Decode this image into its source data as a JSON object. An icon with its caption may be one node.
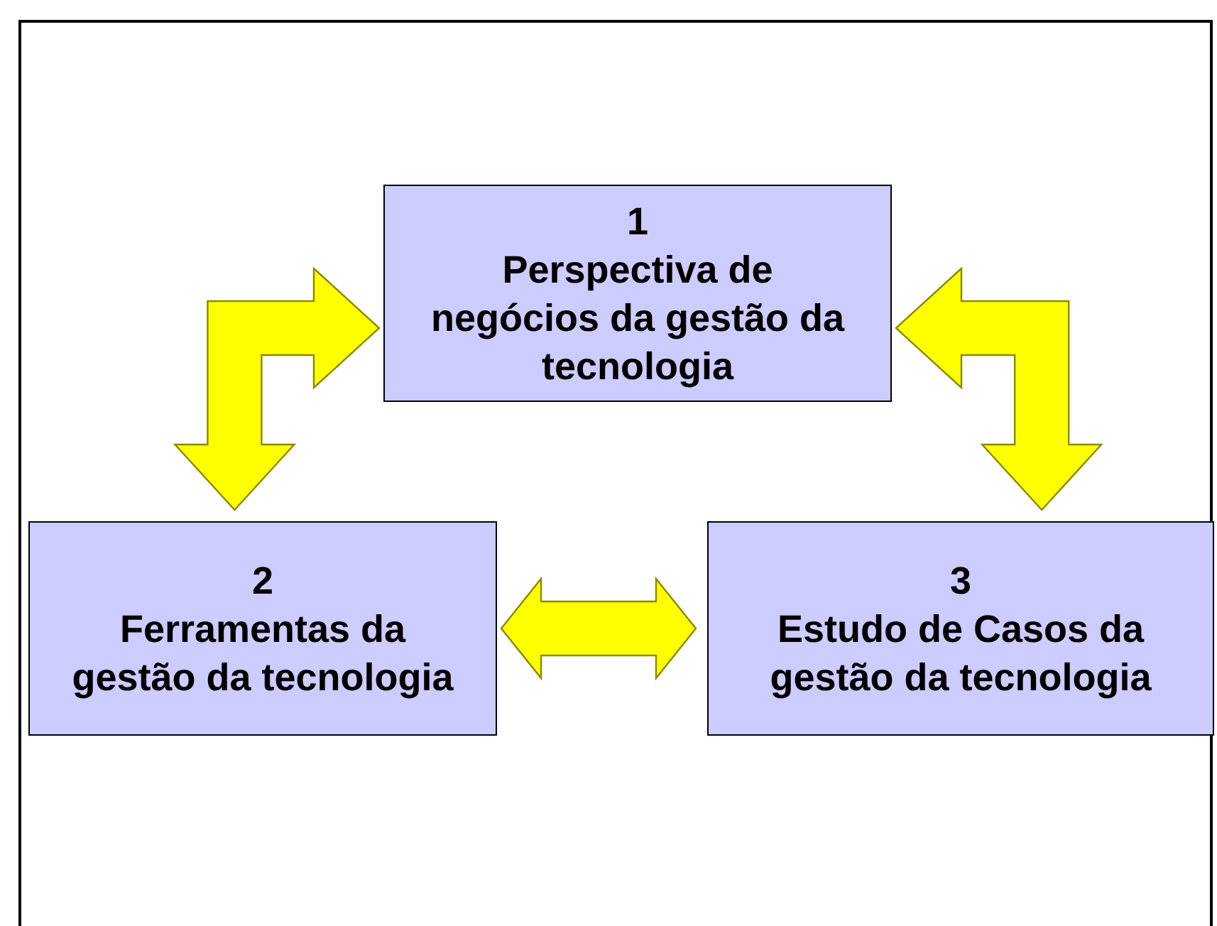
{
  "diagram": {
    "nodes": [
      {
        "text": [
          "1",
          "Perspectiva de negócios da gestão da tecnologia"
        ]
      },
      {
        "text": [
          "2",
          "Ferramentas da gestão da tecnologia"
        ]
      },
      {
        "text": [
          "3",
          "Estudo de Casos da gestão da tecnologia"
        ]
      }
    ],
    "edges": [
      {
        "from": 0,
        "to": 1,
        "arrow": "both"
      },
      {
        "from": 0,
        "to": 2,
        "arrow": "both"
      },
      {
        "from": 1,
        "to": 2,
        "arrow": "both"
      }
    ]
  }
}
